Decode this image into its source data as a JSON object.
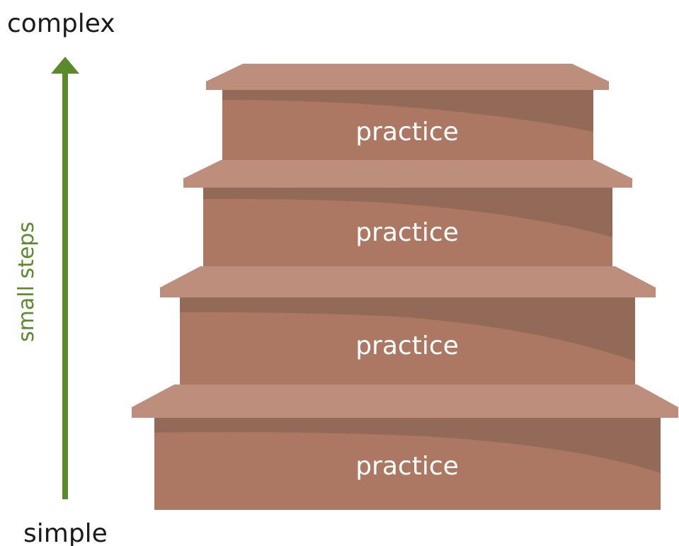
{
  "labels": {
    "top": "complex",
    "bottom": "simple",
    "arrow": "small steps"
  },
  "steps": [
    {
      "label": "practice"
    },
    {
      "label": "practice"
    },
    {
      "label": "practice"
    },
    {
      "label": "practice"
    }
  ],
  "colors": {
    "arrow": "#5a8a2a",
    "tread": "#bd8e7b",
    "riser": "#ac7763",
    "riser_shadow": "#936a58",
    "riser_text": "#ffffff"
  }
}
